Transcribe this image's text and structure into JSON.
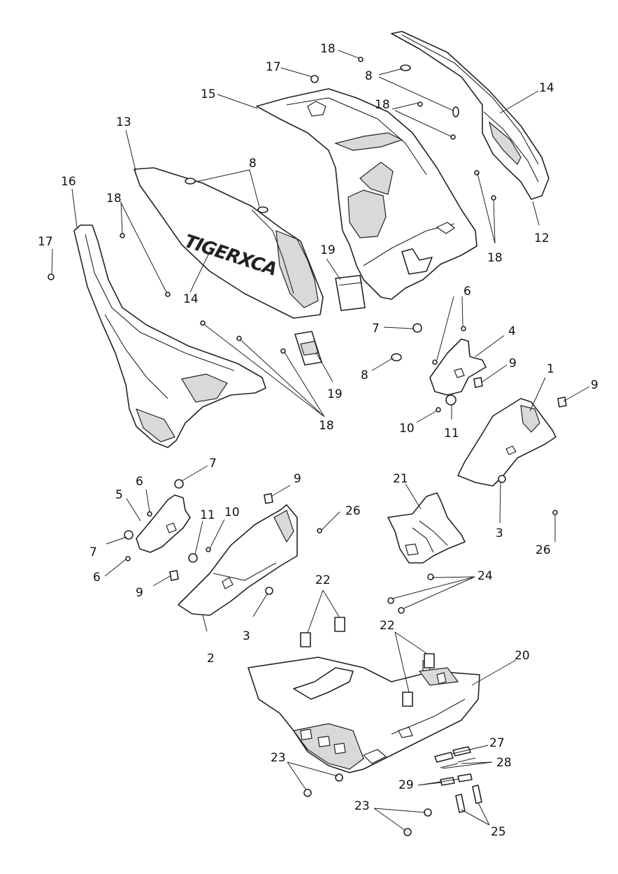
{
  "panel_branding": {
    "text": "TIGERXCA"
  },
  "callouts": [
    {
      "id": "c1",
      "label": "1"
    },
    {
      "id": "c2",
      "label": "2"
    },
    {
      "id": "c3a",
      "label": "3"
    },
    {
      "id": "c3b",
      "label": "3"
    },
    {
      "id": "c4",
      "label": "4"
    },
    {
      "id": "c5",
      "label": "5"
    },
    {
      "id": "c6a",
      "label": "6"
    },
    {
      "id": "c6b",
      "label": "6"
    },
    {
      "id": "c6c",
      "label": "6"
    },
    {
      "id": "c7a",
      "label": "7"
    },
    {
      "id": "c7b",
      "label": "7"
    },
    {
      "id": "c7c",
      "label": "7"
    },
    {
      "id": "c8a",
      "label": "8"
    },
    {
      "id": "c8b",
      "label": "8"
    },
    {
      "id": "c8c",
      "label": "8"
    },
    {
      "id": "c9a",
      "label": "9"
    },
    {
      "id": "c9b",
      "label": "9"
    },
    {
      "id": "c9c",
      "label": "9"
    },
    {
      "id": "c9d",
      "label": "9"
    },
    {
      "id": "c10a",
      "label": "10"
    },
    {
      "id": "c10b",
      "label": "10"
    },
    {
      "id": "c11a",
      "label": "11"
    },
    {
      "id": "c11b",
      "label": "11"
    },
    {
      "id": "c12",
      "label": "12"
    },
    {
      "id": "c13",
      "label": "13"
    },
    {
      "id": "c14a",
      "label": "14"
    },
    {
      "id": "c14b",
      "label": "14"
    },
    {
      "id": "c15",
      "label": "15"
    },
    {
      "id": "c16",
      "label": "16"
    },
    {
      "id": "c17a",
      "label": "17"
    },
    {
      "id": "c17b",
      "label": "17"
    },
    {
      "id": "c18a",
      "label": "18"
    },
    {
      "id": "c18b",
      "label": "18"
    },
    {
      "id": "c18c",
      "label": "18"
    },
    {
      "id": "c18d",
      "label": "18"
    },
    {
      "id": "c18e",
      "label": "18"
    },
    {
      "id": "c19a",
      "label": "19"
    },
    {
      "id": "c19b",
      "label": "19"
    },
    {
      "id": "c20",
      "label": "20"
    },
    {
      "id": "c21",
      "label": "21"
    },
    {
      "id": "c22a",
      "label": "22"
    },
    {
      "id": "c22b",
      "label": "22"
    },
    {
      "id": "c23a",
      "label": "23"
    },
    {
      "id": "c23b",
      "label": "23"
    },
    {
      "id": "c24",
      "label": "24"
    },
    {
      "id": "c25",
      "label": "25"
    },
    {
      "id": "c26a",
      "label": "26"
    },
    {
      "id": "c26b",
      "label": "26"
    },
    {
      "id": "c27",
      "label": "27"
    },
    {
      "id": "c28",
      "label": "28"
    },
    {
      "id": "c29",
      "label": "29"
    }
  ]
}
